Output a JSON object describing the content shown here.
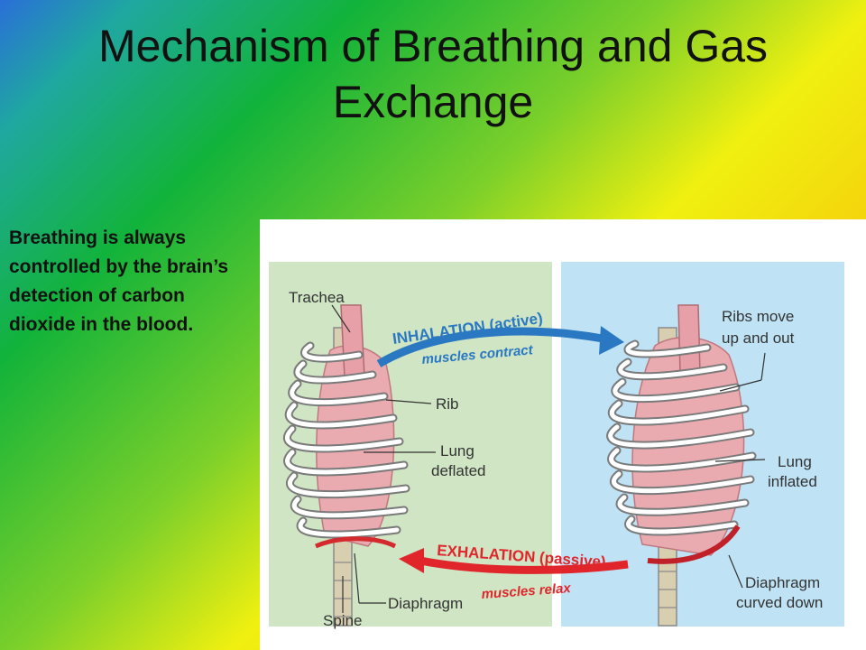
{
  "slide": {
    "title": "Mechanism of Breathing and Gas Exchange",
    "body_text": "Breathing is always controlled by the brain’s detection of carbon dioxide in the blood."
  },
  "figure": {
    "labels": {
      "trachea": "Trachea",
      "rib": "Rib",
      "lung_deflated_1": "Lung",
      "lung_deflated_2": "deflated",
      "diaphragm": "Diaphragm",
      "spine": "Spine",
      "ribs_move_1": "Ribs move",
      "ribs_move_2": "up and out",
      "lung_inflated_1": "Lung",
      "lung_inflated_2": "inflated",
      "diaphragm_curved_1": "Diaphragm",
      "diaphragm_curved_2": "curved down"
    },
    "inhalation": {
      "label": "INHALATION (active)",
      "sub": "muscles contract",
      "color": "#2a78c2"
    },
    "exhalation": {
      "label": "EXHALATION (passive)",
      "sub": "muscles relax",
      "color": "#e0262b"
    },
    "panel_colors": {
      "left": "#cfe5c4",
      "right": "#bfe3f5"
    }
  }
}
